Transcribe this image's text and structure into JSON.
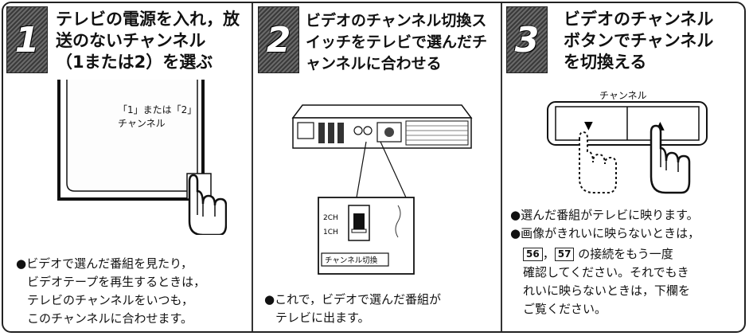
{
  "steps": [
    {
      "number": "1",
      "title": [
        "テレビの電源を入れ，放",
        "送のないチャンネル",
        "（1または2）を選ぶ"
      ],
      "tv_screen_text": [
        "「1」または「2」",
        "チャンネル"
      ],
      "caption": [
        "●ビデオで選んだ番組を見たり，",
        "ビデオテープを再生するときは，",
        "テレビのチャンネルをいつも，",
        "このチャンネルに合わせます。"
      ]
    },
    {
      "number": "2",
      "title": [
        "ビデオのチャンネル切換ス",
        "イッチをテレビで選んだチ",
        "ャンネルに合わせる"
      ],
      "switch_labels": {
        "ch2": "2CH",
        "ch1": "1CH",
        "name": "チャンネル切換"
      },
      "caption": [
        "●これで，ビデオで選んだ番組が",
        "テレビに出ます。"
      ]
    },
    {
      "number": "3",
      "title": [
        "ビデオのチャンネル",
        "ボタンでチャンネル",
        "を切換える"
      ],
      "button_label": "チャンネル",
      "button_down": "▼",
      "button_up": "▲",
      "caption": {
        "line1": "●選んだ番組がテレビに映ります。",
        "line2": "●画像がきれいに映らないときは，",
        "ref1": "56",
        "ref_sep": "，",
        "ref2": "57",
        "line3_tail": "の接続をもう一度",
        "line4": "確認してください。それでもき",
        "line5": "れいに映らないときは，下欄を",
        "line6": "ご覧ください。"
      }
    }
  ]
}
